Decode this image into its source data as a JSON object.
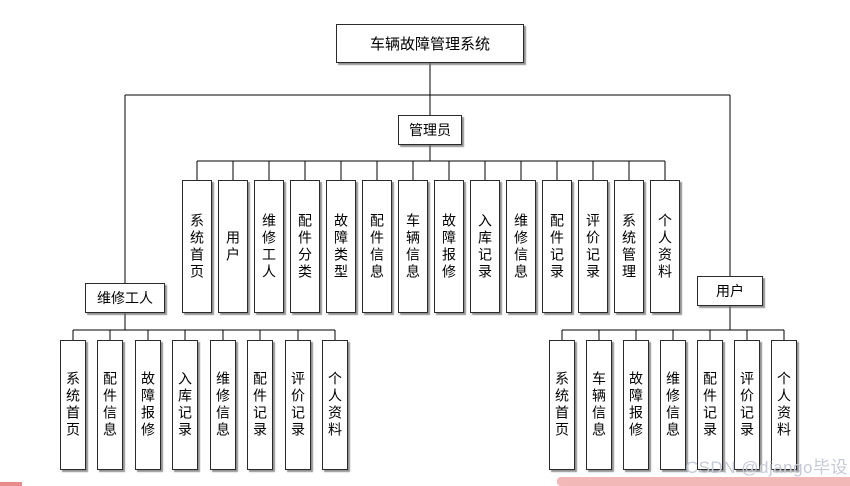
{
  "diagram": {
    "root": "车辆故障管理系统",
    "admin": "管理员",
    "worker": "维修工人",
    "user": "用户",
    "admin_children": [
      "系统首页",
      "用户",
      "维修工人",
      "配件分类",
      "故障类型",
      "配件信息",
      "车辆信息",
      "故障报修",
      "入库记录",
      "维修信息",
      "配件记录",
      "评价记录",
      "系统管理",
      "个人资料"
    ],
    "worker_children": [
      "系统首页",
      "配件信息",
      "故障报修",
      "入库记录",
      "维修信息",
      "配件记录",
      "评价记录",
      "个人资料"
    ],
    "user_children": [
      "系统首页",
      "车辆信息",
      "故障报修",
      "维修信息",
      "配件记录",
      "评价记录",
      "个人资料"
    ]
  },
  "watermark": {
    "text": "CSDN @django毕设"
  },
  "colors": {
    "line": "#000000",
    "box_border": "#2b2b2b",
    "box_shadow": "#6e6e6e",
    "watermark_text": "#c6cad6",
    "bottom_bar_pink": "#f2b7b7",
    "bottom_bar_red": "#e98b8b"
  }
}
